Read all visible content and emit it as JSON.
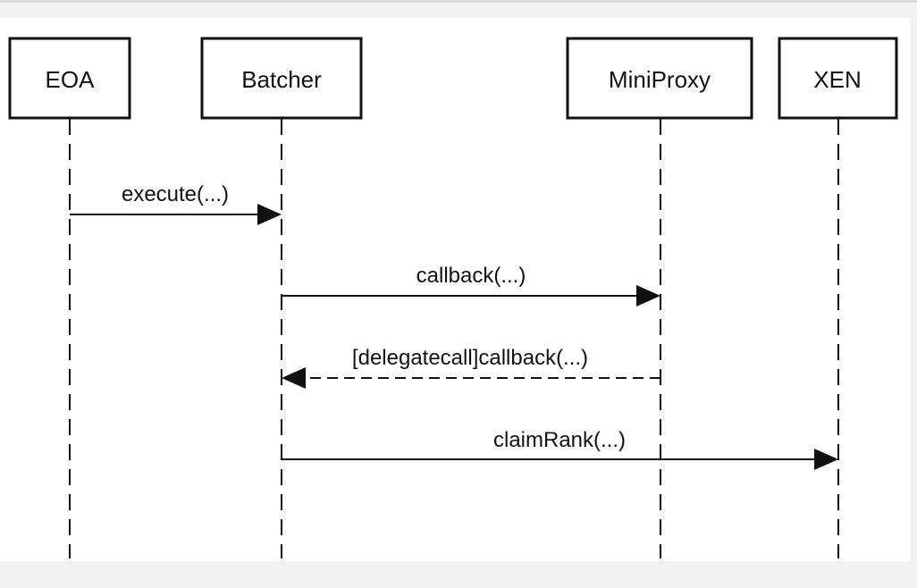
{
  "diagram": {
    "type": "sequence",
    "participants": [
      {
        "id": "eoa",
        "label": "EOA"
      },
      {
        "id": "batcher",
        "label": "Batcher"
      },
      {
        "id": "miniproxy",
        "label": "MiniProxy"
      },
      {
        "id": "xen",
        "label": "XEN"
      }
    ],
    "messages": [
      {
        "id": "execute",
        "from": "eoa",
        "to": "batcher",
        "label": "execute(...)",
        "style": "solid"
      },
      {
        "id": "callback",
        "from": "batcher",
        "to": "miniproxy",
        "label": "callback(...)",
        "style": "solid"
      },
      {
        "id": "delegatecall",
        "from": "miniproxy",
        "to": "batcher",
        "label": "[delegatecall]callback(...)",
        "style": "dashed"
      },
      {
        "id": "claimrank",
        "from": "batcher",
        "to": "xen",
        "label": "claimRank(...)",
        "style": "solid"
      }
    ]
  }
}
